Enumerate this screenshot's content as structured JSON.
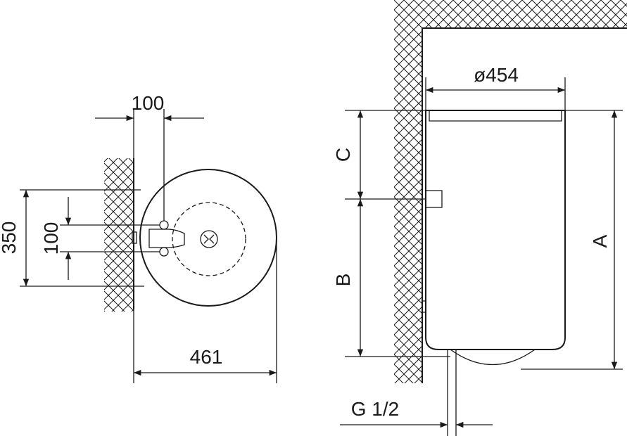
{
  "top_view": {
    "dim_pipe_offset": "100",
    "dim_height": "350",
    "dim_pipe_spacing": "100",
    "dim_depth": "461"
  },
  "side_view": {
    "dim_diameter": "ø454",
    "label_c": "C",
    "label_b": "B",
    "label_a": "A",
    "label_connection": "G 1/2"
  }
}
